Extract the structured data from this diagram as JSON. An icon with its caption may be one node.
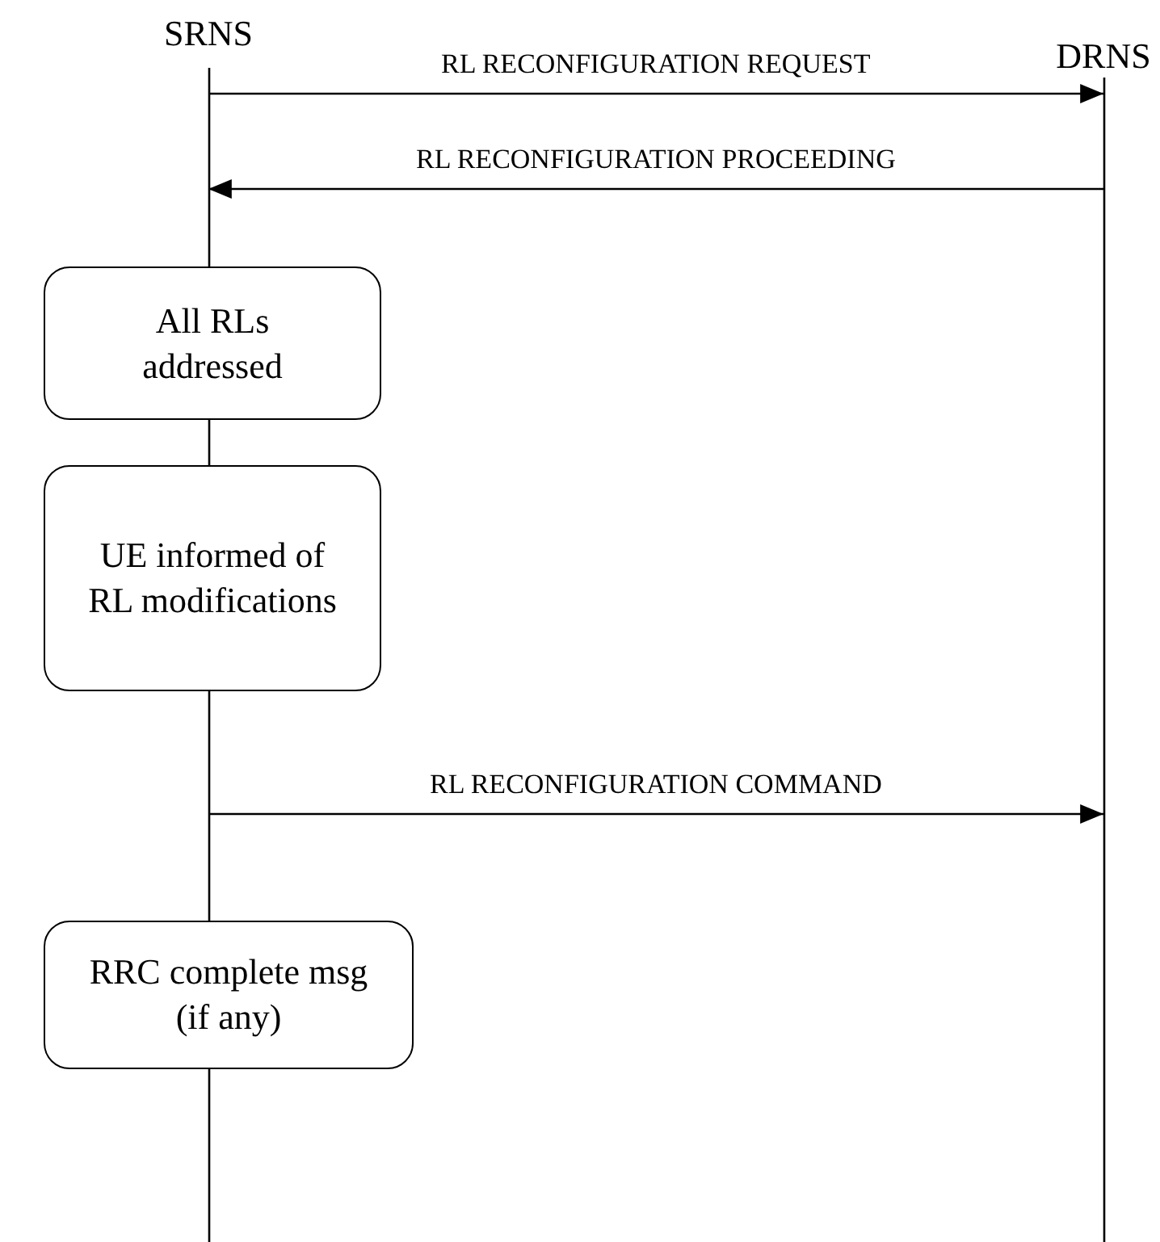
{
  "diagram": {
    "nodes": [
      {
        "text": [
          "SRNS"
        ]
      },
      {
        "text": [
          "DRNS"
        ]
      },
      {
        "text": [
          "All RLs addressed"
        ]
      },
      {
        "text": [
          "UE informed of RL modifications"
        ]
      },
      {
        "text": [
          "RRC complete msg (if any)"
        ]
      }
    ],
    "edges": [
      {
        "from": 0,
        "to": 1,
        "arrow": "to",
        "label": "RL RECONFIGURATION REQUEST"
      },
      {
        "from": 1,
        "to": 0,
        "arrow": "to",
        "label": "RL RECONFIGURATION PROCEEDING"
      },
      {
        "from": 0,
        "to": 1,
        "arrow": "to",
        "label": "RL RECONFIGURATION COMMAND"
      }
    ]
  }
}
